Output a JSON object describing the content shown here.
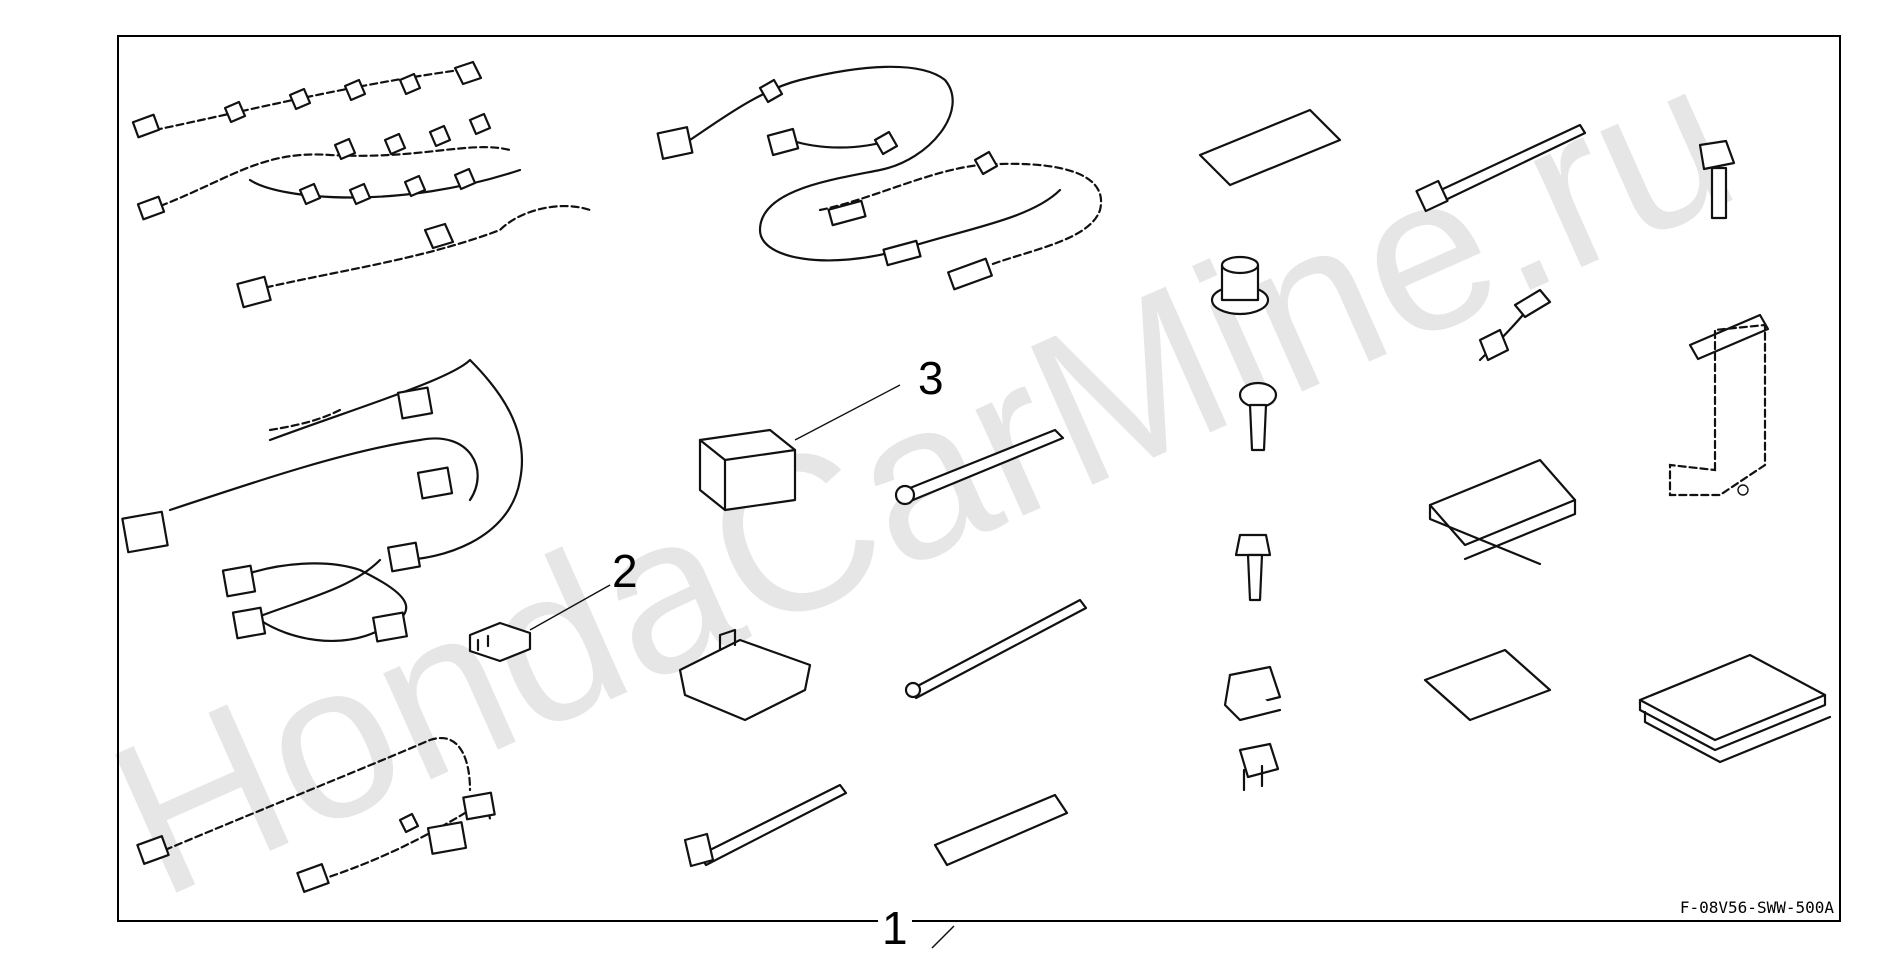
{
  "diagram": {
    "callouts": {
      "item1": "1",
      "item2": "2",
      "item3": "3"
    },
    "figure_code": "F-08V56-SWW-500A",
    "watermark": "HondaCarMine.ru"
  },
  "colors": {
    "line": "#111111",
    "background": "#ffffff",
    "watermark": "#e6e6e6"
  }
}
